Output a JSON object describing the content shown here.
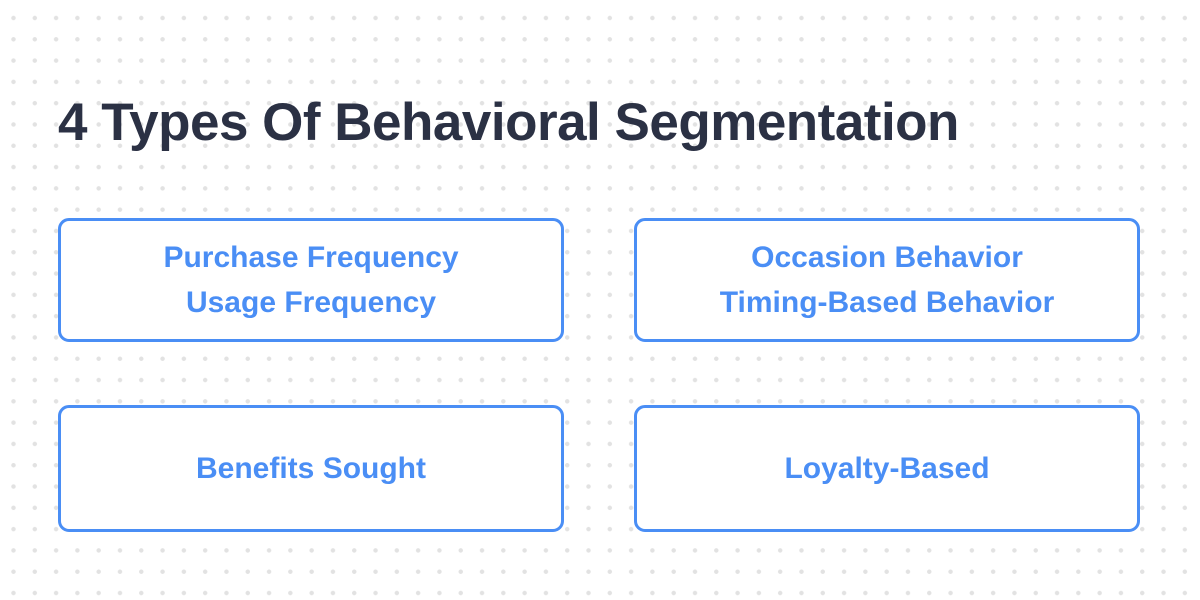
{
  "theme": {
    "background": "#ffffff",
    "dot_color": "#e2e2e2",
    "accent": "#4a8ef5",
    "title_color": "#2b3144"
  },
  "title": {
    "text": "4 Types Of Behavioral Segmentation"
  },
  "cards": [
    {
      "lines": [
        "Purchase Frequency",
        "Usage Frequency"
      ]
    },
    {
      "lines": [
        "Occasion Behavior",
        "Timing-Based Behavior"
      ]
    },
    {
      "lines": [
        "Benefits Sought"
      ]
    },
    {
      "lines": [
        "Loyalty-Based"
      ]
    }
  ]
}
